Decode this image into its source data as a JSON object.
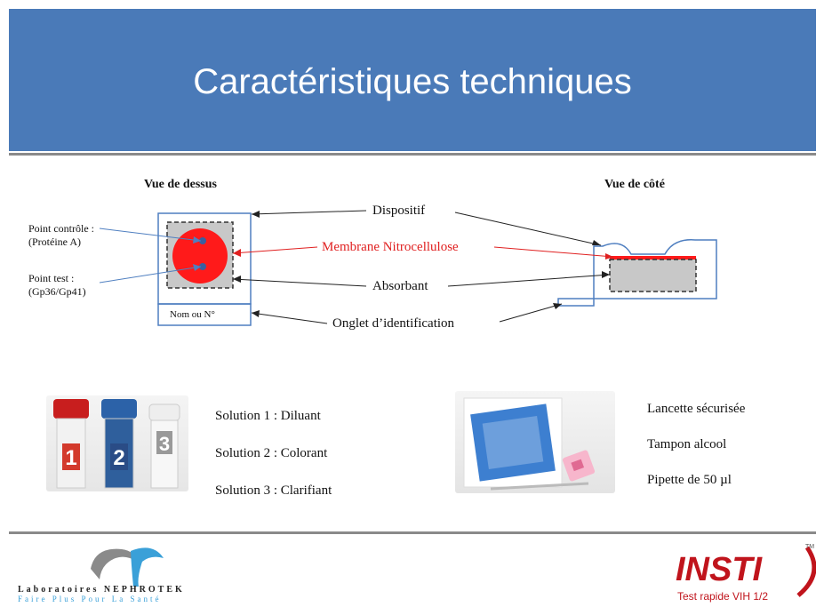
{
  "slide": {
    "title": "Caractéristiques techniques"
  },
  "diagram": {
    "top_view_label": "Vue de dessus",
    "side_view_label": "Vue de côté",
    "labels": {
      "dispositif": "Dispositif",
      "membrane": "Membrane Nitrocellulose",
      "absorbant": "Absorbant",
      "onglet": "Onglet d’identification",
      "point_controle": "Point contrôle :",
      "point_controle_sub": "(Protéine A)",
      "point_test": "Point test :",
      "point_test_sub": "(Gp36/Gp41)",
      "nom_ou_n": "Nom ou N°"
    },
    "colors": {
      "membrane_red": "#ff1a1a",
      "membrane_label": "#e02020",
      "blue_outline": "#4f7fc0",
      "dot_blue": "#3b5fa0",
      "absorbant_gray": "#c8c8c8"
    }
  },
  "solutions": {
    "items": [
      "Solution 1 : Diluant",
      "Solution 2 : Colorant",
      "Solution 3 : Clarifiant"
    ],
    "vial_numbers": [
      "1",
      "2",
      "3"
    ]
  },
  "accessories": {
    "items": [
      "Lancette sécurisée",
      "Tampon alcool",
      "Pipette de 50 µl"
    ]
  },
  "footer": {
    "lab_line1": "Laboratoires NEPHROTEK",
    "lab_line2": "Faire Plus Pour La Santé",
    "insti_logo": "INSTI",
    "insti_tm": "TM",
    "insti_sub": "Test rapide VIH 1/2"
  }
}
